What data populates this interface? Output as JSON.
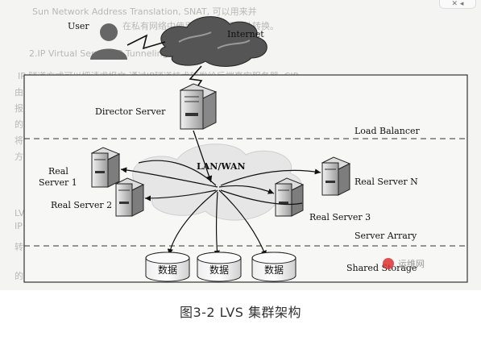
{
  "diagram": {
    "nodes": {
      "user": "User",
      "internet": "Internet",
      "director": "Director Server",
      "load_balancer": "Load Balancer",
      "lan": "LAN/WAN",
      "rs1": "Real\nServer 1",
      "rs2": "Real Server 2",
      "rs3": "Real Server 3",
      "rsn": "Real Server N",
      "server_array": "Server Arrary",
      "shared_storage": "Shared Storage",
      "disks": [
        "数据",
        "数据",
        "数据"
      ]
    },
    "background_text": [
      "Sun Network Address Translation, SNAT, 可以用来并",
      "在私有网络中使用, 从而实现地址转换。",
      "2.IP Virtual Server, IP Tunneling",
      "IP 隧道方式可以把请求报文,通过IP隧道技术转发给后端真实服务器, CIP",
      "由于 Real Server 直接响应客户, 所以具备大量的优势, 可以支持多台 Real Serv",
      "报文, 并且不需要做任何修改, 而返回的响应报文直接由各个, 从而大大减轻",
      "的负载, 它的工作原理是: 当 Director Server 接收到客户端的请求, 选择",
      "将请求转发给后端的 Real Server, 报文被封装后通过隧道转发到后端服务器, 对于",
      "方式下, Real Server 需要支持 IP Tunneling 协议, 以便能够对报文进行解封。",
      "LVS 的 IP Tunneling 方式, 处理请求的能力较强, 适用于大量请求的场景。",
      "IP 隧道方式下的 Director Server 负责调度请求的处理, 将请求报文通过隧道",
      "转发给 Real Server, 报文直接由 Real Server 返回客户, 因此 Director",
      "的负担较轻, 可以调度数量较多的服务器。"
    ],
    "watermark": "运维网"
  },
  "caption": "图3-2  LVS 集群架构",
  "close_hint": "✕ ◂"
}
